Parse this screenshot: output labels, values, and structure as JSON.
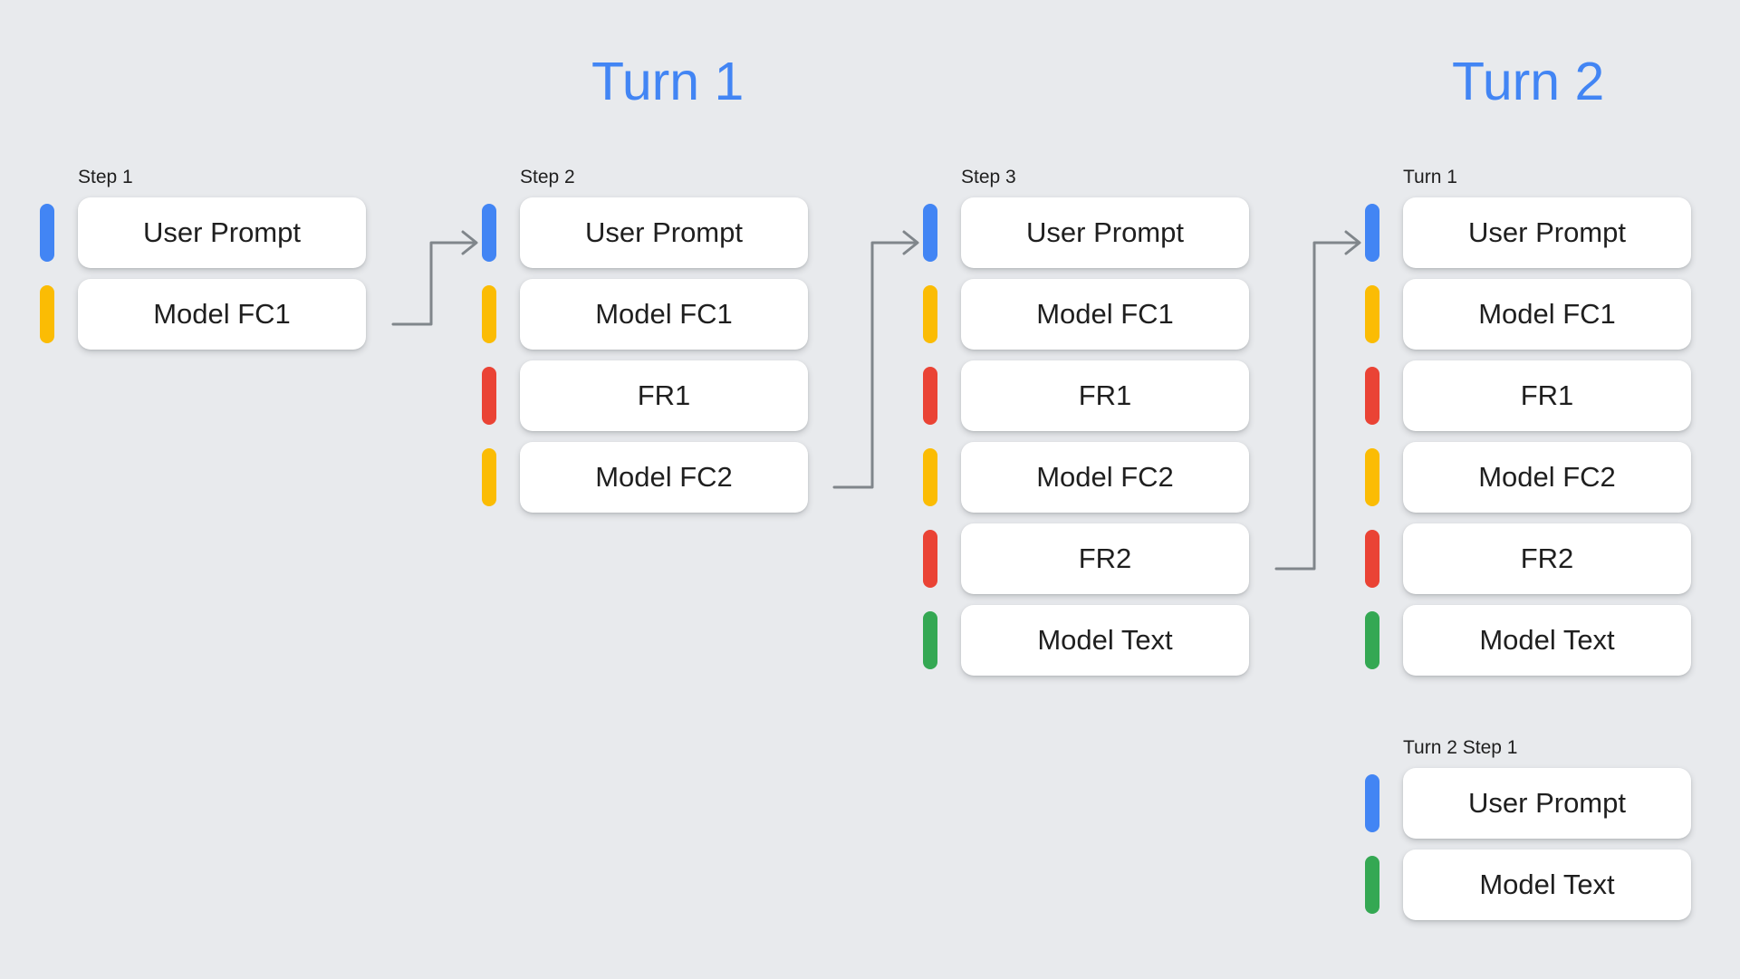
{
  "page": {
    "background_color": "#E8EAED",
    "accent_color": "#4285F4"
  },
  "titles": {
    "turn1": "Turn 1",
    "turn2": "Turn 2"
  },
  "palette": {
    "user": "#4285F4",
    "model_fc": "#FBBC04",
    "function_response": "#EA4335",
    "model_text": "#34A853",
    "connector": "#80868B"
  },
  "columns": [
    {
      "id": "step1",
      "label": "Step 1",
      "rows": [
        {
          "text": "User Prompt",
          "color": "blue"
        },
        {
          "text": "Model FC1",
          "color": "yellow"
        }
      ]
    },
    {
      "id": "step2",
      "label": "Step 2",
      "rows": [
        {
          "text": "User Prompt",
          "color": "blue"
        },
        {
          "text": "Model FC1",
          "color": "yellow"
        },
        {
          "text": "FR1",
          "color": "red"
        },
        {
          "text": "Model FC2",
          "color": "yellow"
        }
      ]
    },
    {
      "id": "step3",
      "label": "Step 3",
      "rows": [
        {
          "text": "User Prompt",
          "color": "blue"
        },
        {
          "text": "Model FC1",
          "color": "yellow"
        },
        {
          "text": "FR1",
          "color": "red"
        },
        {
          "text": "Model FC2",
          "color": "yellow"
        },
        {
          "text": "FR2",
          "color": "red"
        },
        {
          "text": "Model Text",
          "color": "green"
        }
      ]
    },
    {
      "id": "turn1",
      "label": "Turn 1",
      "rows": [
        {
          "text": "User Prompt",
          "color": "blue"
        },
        {
          "text": "Model FC1",
          "color": "yellow"
        },
        {
          "text": "FR1",
          "color": "red"
        },
        {
          "text": "Model FC2",
          "color": "yellow"
        },
        {
          "text": "FR2",
          "color": "red"
        },
        {
          "text": "Model Text",
          "color": "green"
        }
      ]
    },
    {
      "id": "turn2step1",
      "label": "Turn 2 Step 1",
      "rows": [
        {
          "text": "User Prompt",
          "color": "blue"
        },
        {
          "text": "Model Text",
          "color": "green"
        }
      ]
    }
  ],
  "connectors": [
    {
      "from": "step1.Model FC1",
      "to": "step2.User Prompt",
      "arrow": "right"
    },
    {
      "from": "step2.Model FC2",
      "to": "step3.User Prompt",
      "arrow": "right"
    },
    {
      "from": "step3.FR2",
      "to": "turn1.User Prompt",
      "arrow": "right"
    }
  ]
}
